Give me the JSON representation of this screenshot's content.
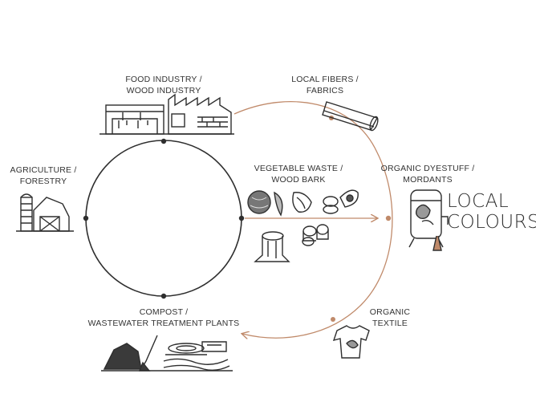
{
  "labels": {
    "food_wood": [
      "FOOD INDUSTRY /",
      "WOOD INDUSTRY"
    ],
    "local_fibers": [
      "LOCAL FIBERS /",
      "FABRICS"
    ],
    "agriculture": [
      "AGRICULTURE /",
      "FORESTRY"
    ],
    "vegetable_waste": [
      "VEGETABLE WASTE /",
      "WOOD BARK"
    ],
    "dyestuff": [
      "ORGANIC DYESTUFF /",
      "MORDANTS"
    ],
    "compost": [
      "COMPOST /",
      "WASTEWATER TREATMENT PLANTS"
    ],
    "organic_textile": [
      "ORGANIC",
      "TEXTILE"
    ]
  },
  "brand": [
    "LOCAL",
    "COLOURS"
  ],
  "colors": {
    "ink": "#333333",
    "accent": "#c08a6a"
  },
  "icons": {
    "food_wood": "factory-icon",
    "local_fibers": "fabric-roll-icon",
    "agriculture": "barn-silo-icon",
    "vegetable_waste": "vegetables-icon",
    "wood_bark": "tree-stump-icon",
    "dyestuff": "dye-vat-icon",
    "compost": "compost-plant-icon",
    "organic_textile": "tshirt-icon"
  }
}
